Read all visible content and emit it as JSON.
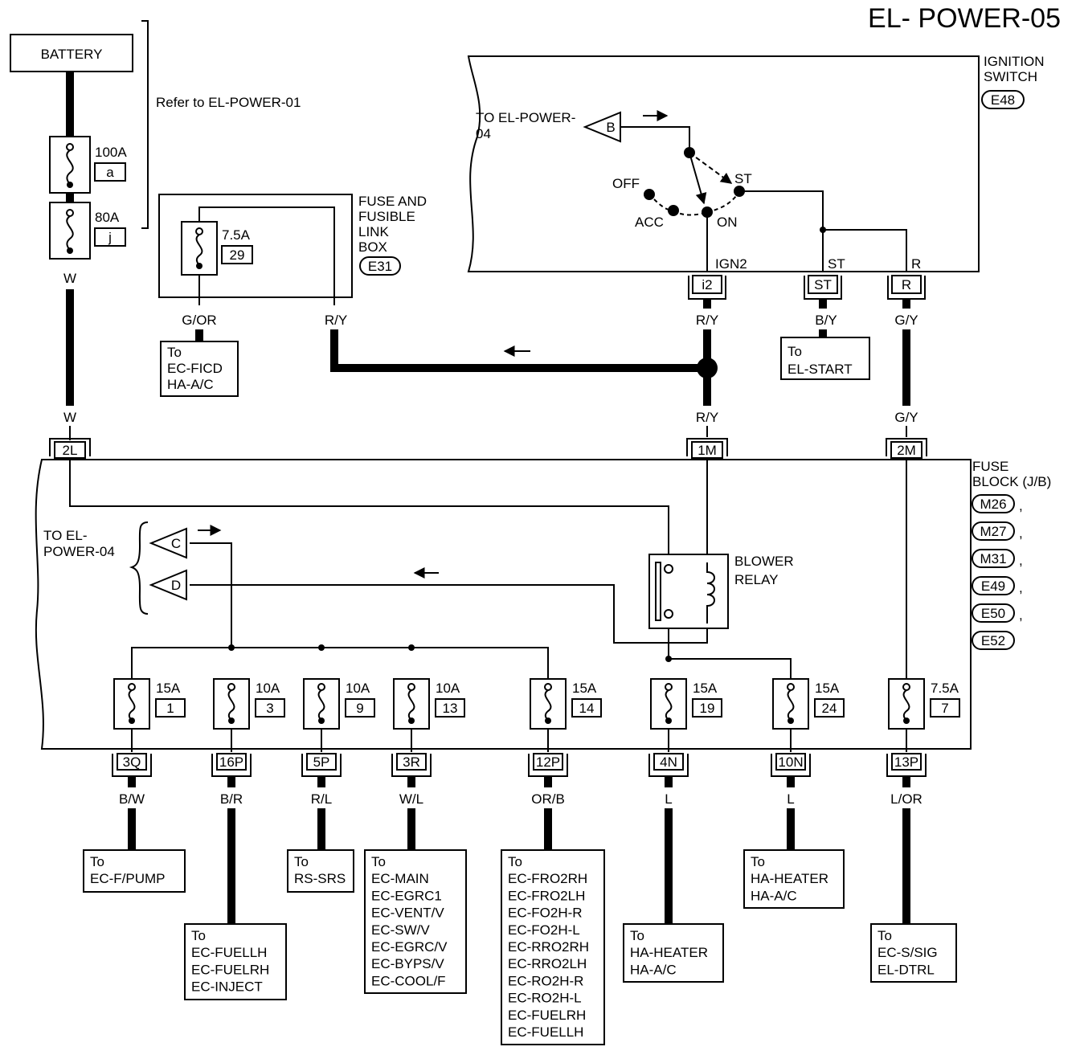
{
  "title": "EL- POWER-05",
  "battery": {
    "label": "BATTERY",
    "refer": "Refer to EL-POWER-01"
  },
  "main_fuses": [
    {
      "amp": "100A",
      "id": "a"
    },
    {
      "amp": "80A",
      "id": "j"
    }
  ],
  "fuse_link_box": {
    "lines": [
      "FUSE AND",
      "FUSIBLE",
      "LINK",
      "BOX"
    ],
    "connector": "E31",
    "fuse_amp": "7.5A",
    "fuse_id": "29",
    "wire_left": "G/OR",
    "wire_right": "R/Y",
    "to_lines": [
      "To",
      "EC-FICD",
      "HA-A/C"
    ]
  },
  "ignition_switch": {
    "lines": [
      "IGNITION",
      "SWITCH"
    ],
    "connector": "E48",
    "to_lines": [
      "TO EL-POWER-",
      "04"
    ],
    "arrow_label": "B",
    "positions": {
      "off": "OFF",
      "acc": "ACC",
      "on": "ON",
      "st": "ST"
    },
    "terminals": {
      "ign2": "IGN2",
      "st": "ST",
      "r": "R"
    },
    "connectors": {
      "i2": "i2",
      "st": "ST",
      "r": "R"
    },
    "wires": {
      "i2": "R/Y",
      "st": "B/Y",
      "r": "G/Y"
    },
    "to_start": [
      "To",
      "EL-START"
    ]
  },
  "wire_w": "W",
  "wire_w2": "W",
  "wire_ry2": "R/Y",
  "wire_gy2": "G/Y",
  "fuse_block": {
    "lines": [
      "FUSE",
      "BLOCK (J/B)"
    ],
    "connectors": [
      "M26",
      "M27",
      "M31",
      "E49",
      "E50",
      "E52"
    ],
    "top_connectors": {
      "l": "2L",
      "m": "1M",
      "r": "2M"
    },
    "to_lines": [
      "TO EL-",
      "POWER-04"
    ],
    "arrow_c": "C",
    "arrow_d": "D",
    "relay_lines": [
      "BLOWER",
      "RELAY"
    ]
  },
  "fuses": [
    {
      "amp": "15A",
      "id": "1",
      "conn": "3Q",
      "wire": "B/W",
      "to": [
        "To",
        "EC-F/PUMP"
      ]
    },
    {
      "amp": "10A",
      "id": "3",
      "conn": "16P",
      "wire": "B/R",
      "to": [
        "To",
        "EC-FUELLH",
        "EC-FUELRH",
        "EC-INJECT"
      ]
    },
    {
      "amp": "10A",
      "id": "9",
      "conn": "5P",
      "wire": "R/L",
      "to": [
        "To",
        "RS-SRS"
      ]
    },
    {
      "amp": "10A",
      "id": "13",
      "conn": "3R",
      "wire": "W/L",
      "to": [
        "To",
        "EC-MAIN",
        "EC-EGRC1",
        "EC-VENT/V",
        "EC-SW/V",
        "EC-EGRC/V",
        "EC-BYPS/V",
        "EC-COOL/F"
      ]
    },
    {
      "amp": "15A",
      "id": "14",
      "conn": "12P",
      "wire": "OR/B",
      "to": [
        "To",
        "EC-FRO2RH",
        "EC-FRO2LH",
        "EC-FO2H-R",
        "EC-FO2H-L",
        "EC-RRO2RH",
        "EC-RRO2LH",
        "EC-RO2H-R",
        "EC-RO2H-L",
        "EC-FUELRH",
        "EC-FUELLH"
      ]
    },
    {
      "amp": "15A",
      "id": "19",
      "conn": "4N",
      "wire": "L",
      "to": [
        "To",
        "HA-HEATER",
        "HA-A/C"
      ]
    },
    {
      "amp": "15A",
      "id": "24",
      "conn": "10N",
      "wire": "L",
      "to": [
        "To",
        "HA-HEATER",
        "HA-A/C"
      ]
    },
    {
      "amp": "7.5A",
      "id": "7",
      "conn": "13P",
      "wire": "L/OR",
      "to": [
        "To",
        "EC-S/SIG",
        "EL-DTRL"
      ]
    }
  ]
}
